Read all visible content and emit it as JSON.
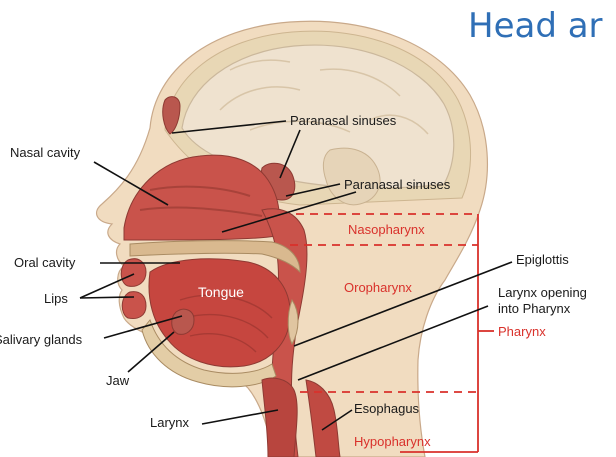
{
  "title": "Head ar",
  "labels": {
    "nasal_cavity": "Nasal cavity",
    "paranasal_sinuses_1": "Paranasal sinuses",
    "paranasal_sinuses_2": "Paranasal sinuses",
    "nasopharynx": "Nasopharynx",
    "oral_cavity": "Oral cavity",
    "lips": "Lips",
    "tongue": "Tongue",
    "oropharynx": "Oropharynx",
    "epiglottis": "Epiglottis",
    "larynx_opening_1": "Larynx opening",
    "larynx_opening_2": "into Pharynx",
    "salivary_glands": "Salivary glands",
    "pharynx": "Pharynx",
    "jaw": "Jaw",
    "larynx": "Larynx",
    "esophagus": "Esophagus",
    "hypopharynx": "Hypopharynx"
  },
  "colors": {
    "title": "#2f6fb6",
    "region_label": "#d9312b",
    "skin": "#f1dcc0",
    "tissue": "#c9534b",
    "bone": "#e8d7b5",
    "brain": "#efe2cf"
  }
}
